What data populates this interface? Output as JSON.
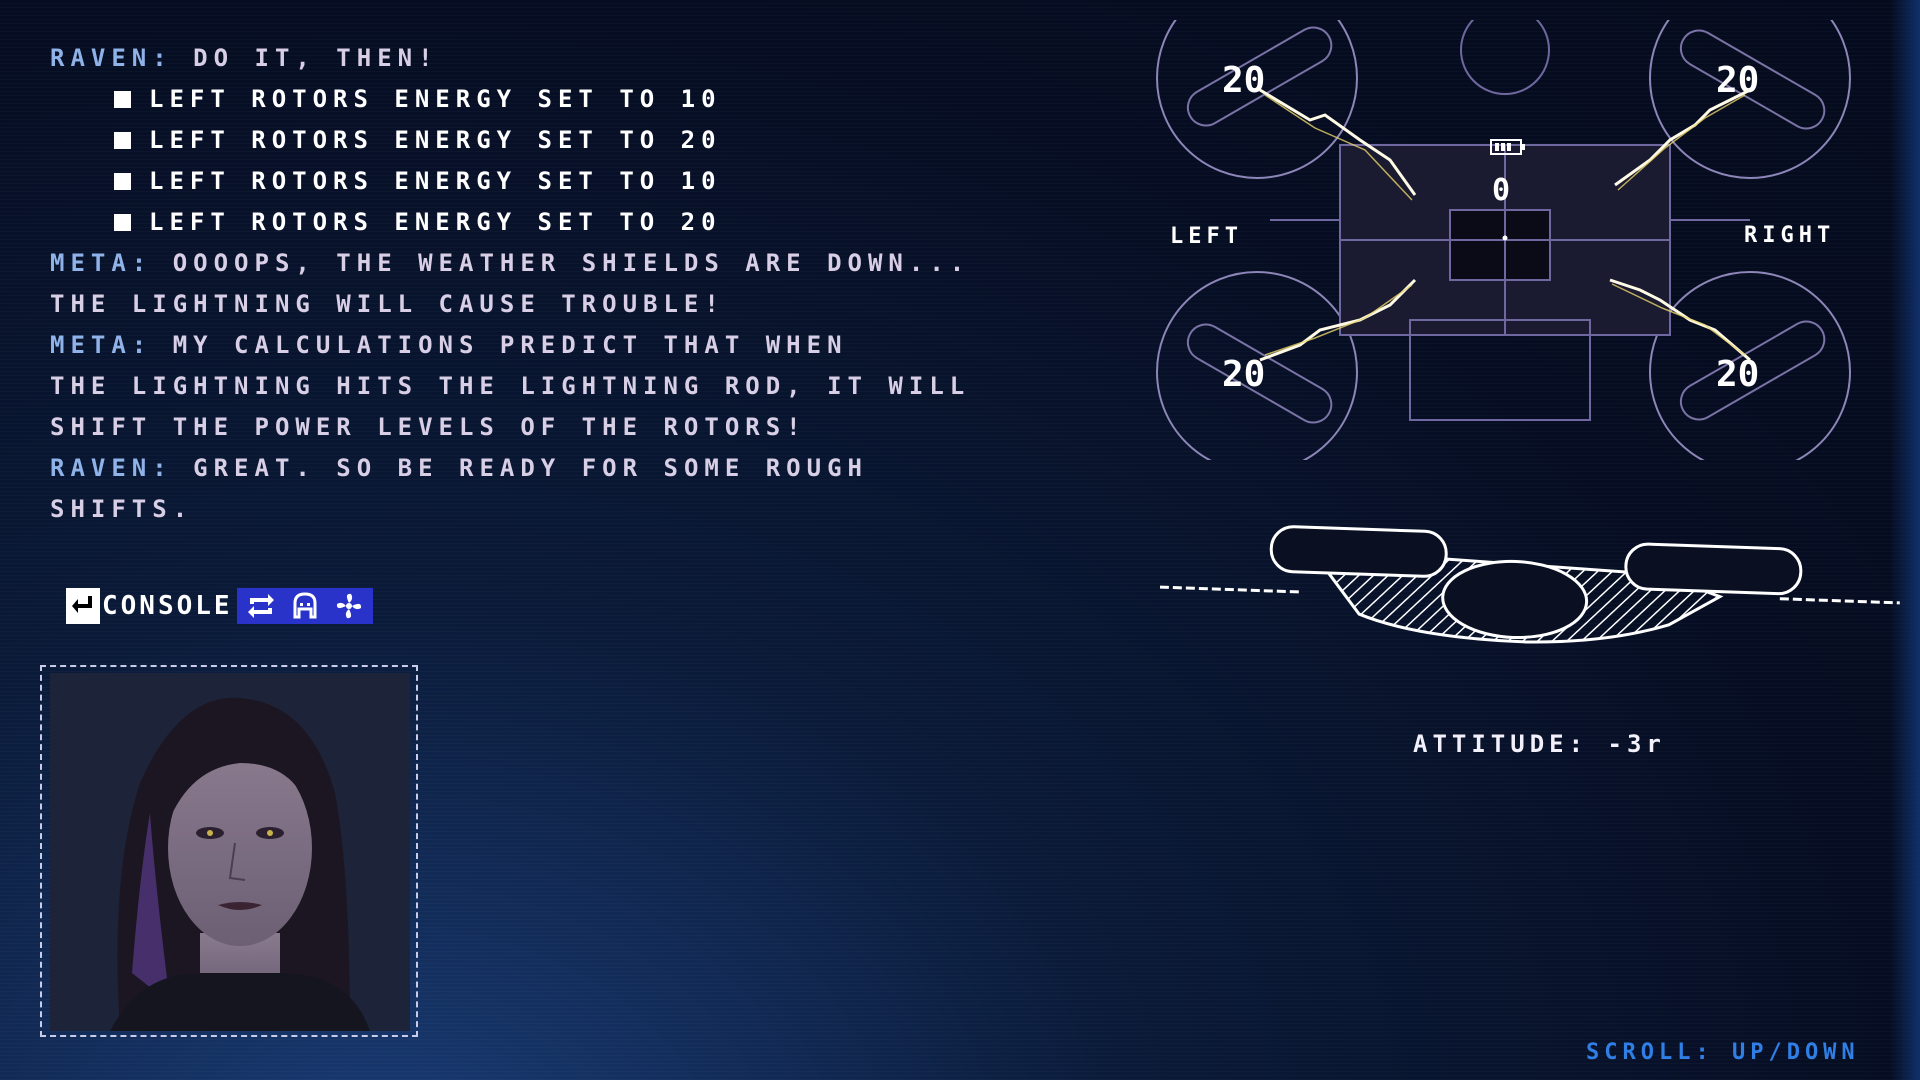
{
  "dialogue": {
    "l1_speaker": "RAVEN:",
    "l1_text": "DO IT, THEN!",
    "commands": [
      "LEFT ROTORS ENERGY SET TO 10",
      "LEFT ROTORS ENERGY SET TO 20",
      "LEFT ROTORS ENERGY SET TO 10",
      "LEFT ROTORS ENERGY SET TO 20"
    ],
    "l2_speaker": "META:",
    "l2_text": "OOOOPS, THE WEATHER SHIELDS ARE DOWN...",
    "l3_text": "THE LIGHTNING WILL CAUSE TROUBLE!",
    "l4_speaker": "META:",
    "l4_text": "MY CALCULATIONS PREDICT THAT WHEN",
    "l5_text": "THE LIGHTNING HITS THE LIGHTNING ROD, IT WILL",
    "l6_text": "SHIFT THE POWER LEVELS OF THE ROTORS!",
    "l7_speaker": "RAVEN:",
    "l7_text": "GREAT. SO BE READY FOR SOME ROUGH",
    "l8_text": "SHIFTS."
  },
  "console": {
    "label": "CONSOLE",
    "tools": [
      "refresh-icon",
      "face-icon",
      "fan-icon"
    ]
  },
  "drone": {
    "rotors": {
      "top_left": "20",
      "top_right": "20",
      "bottom_left": "20",
      "bottom_right": "20"
    },
    "center_value": "0",
    "left_label": "LEFT",
    "right_label": "RIGHT"
  },
  "attitude": {
    "label": "ATTITUDE:",
    "value": "-3",
    "unit_glyph": "r"
  },
  "scroll_hint": "SCROLL: UP/DOWN",
  "colors": {
    "accent_blue": "#2a33c9",
    "speaker_blue": "#8fb2e8",
    "hint_blue": "#2f7fe6"
  }
}
